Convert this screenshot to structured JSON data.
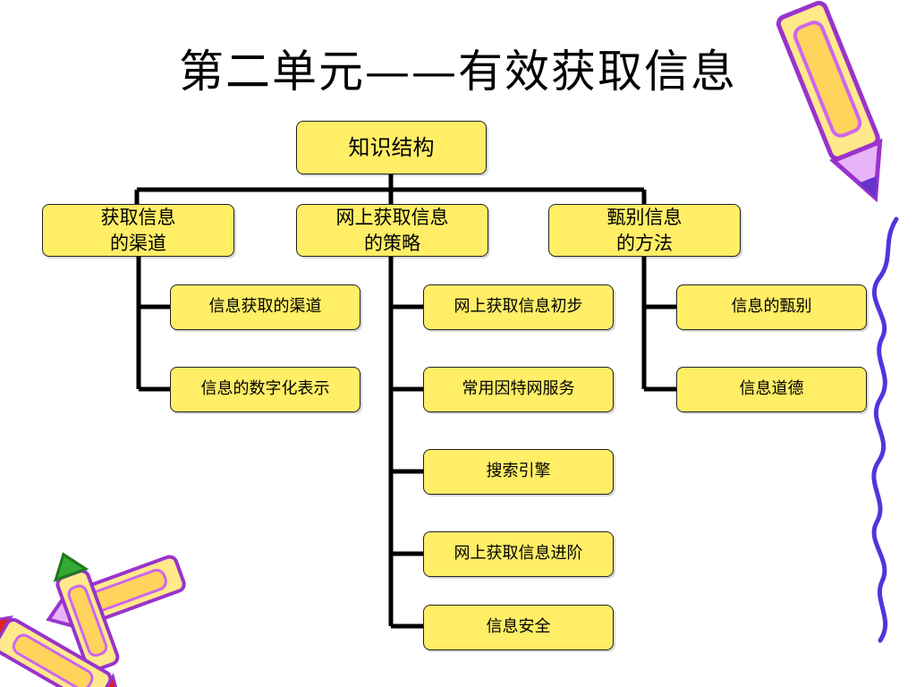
{
  "title": "第二单元——有效获取信息",
  "root": "知识结构",
  "branches": [
    {
      "label": "获取信息\n的渠道",
      "children": [
        "信息获取的渠道",
        "信息的数字化表示"
      ]
    },
    {
      "label": "网上获取信息\n的策略",
      "children": [
        "网上获取信息初步",
        "常用因特网服务",
        "搜索引擎",
        "网上获取信息进阶",
        "信息安全"
      ]
    },
    {
      "label": "甄别信息\n的方法",
      "children": [
        "信息的甄别",
        "信息道德"
      ]
    }
  ],
  "decorations": [
    "pencil-icon",
    "pencil-icon",
    "pencil-icon",
    "squiggle-line"
  ],
  "colors": {
    "node_fill": "#ffee66",
    "connector": "#000000",
    "pencil_body": "#ffe98a",
    "pencil_outline": "#9933cc",
    "squiggle": "#5533dd"
  }
}
